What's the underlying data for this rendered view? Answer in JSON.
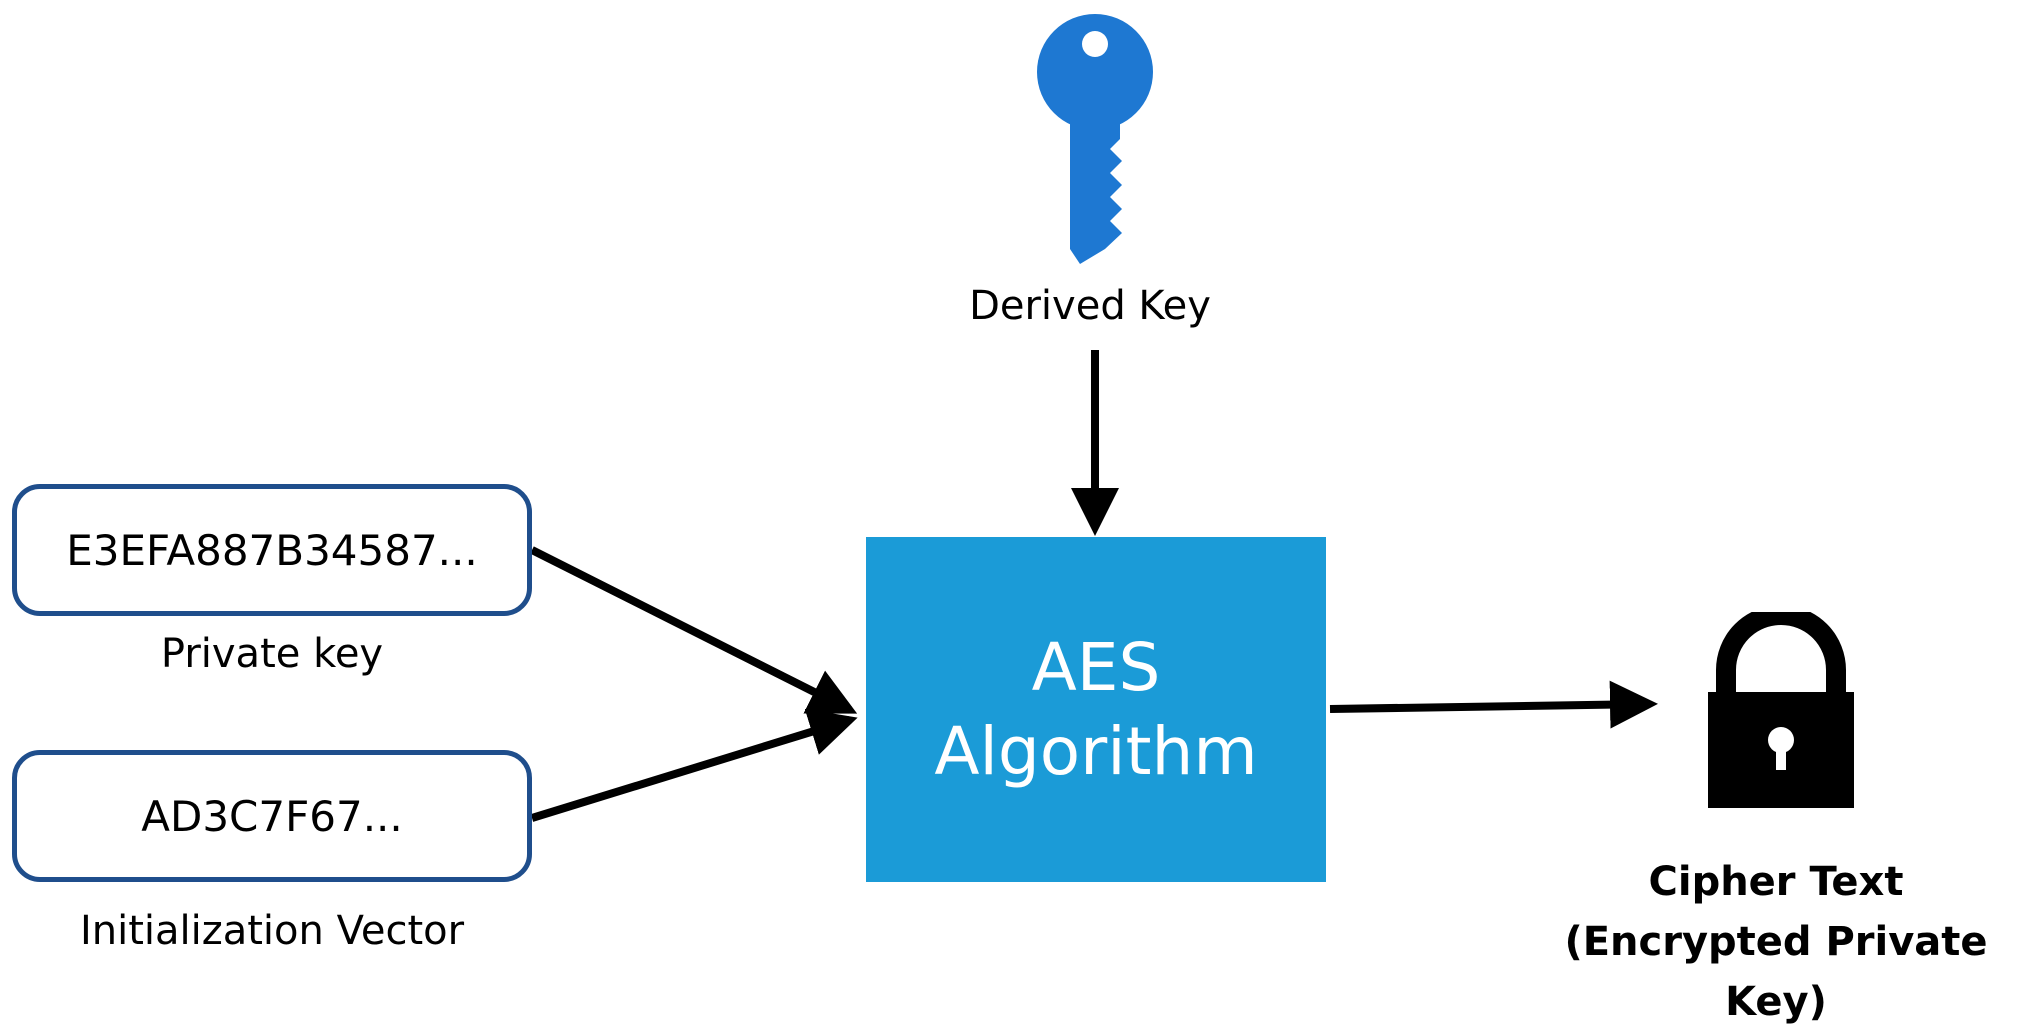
{
  "diagram": {
    "derived_key_label": "Derived Key",
    "private_key_value": "E3EFA887B34587...",
    "private_key_label": "Private key",
    "iv_value": "AD3C7F67...",
    "iv_label": "Initialization Vector",
    "algorithm_line1": "AES",
    "algorithm_line2": "Algorithm",
    "output_line1": "Cipher Text",
    "output_line2": "(Encrypted Private Key)"
  },
  "icons": {
    "derived_key": "key-icon",
    "output": "padlock-icon"
  },
  "colors": {
    "algorithm_box": "#1b9bd7",
    "key_icon": "#1e78d2",
    "box_border": "#1f4e8c",
    "arrow": "#000000"
  }
}
